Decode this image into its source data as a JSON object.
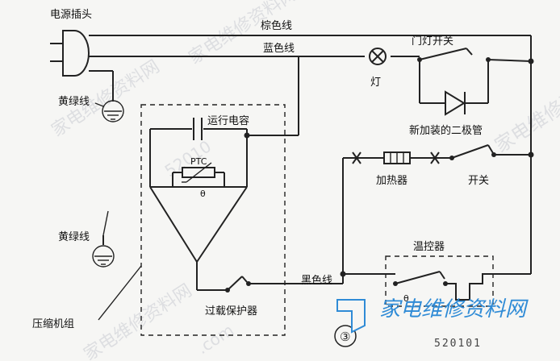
{
  "labels": {
    "plug": "电源插头",
    "brown_wire": "棕色线",
    "blue_wire": "蓝色线",
    "door_switch": "门灯开关",
    "lamp": "灯",
    "diode": "新加装的二极管",
    "ground1": "黄绿线",
    "run_cap": "运行电容",
    "ptc": "PTC",
    "theta": "θ",
    "heater": "加热器",
    "switch": "开关",
    "ground2": "黄绿线",
    "thermostat": "温控器",
    "black_wire": "黑色线",
    "overload": "过载保护器",
    "compressor": "压缩机组",
    "figure_no": "③"
  },
  "watermarks": {
    "brand": "家电维修资料网",
    "site_a": "52010",
    "site_b": "520101",
    "site_c": ".com"
  }
}
